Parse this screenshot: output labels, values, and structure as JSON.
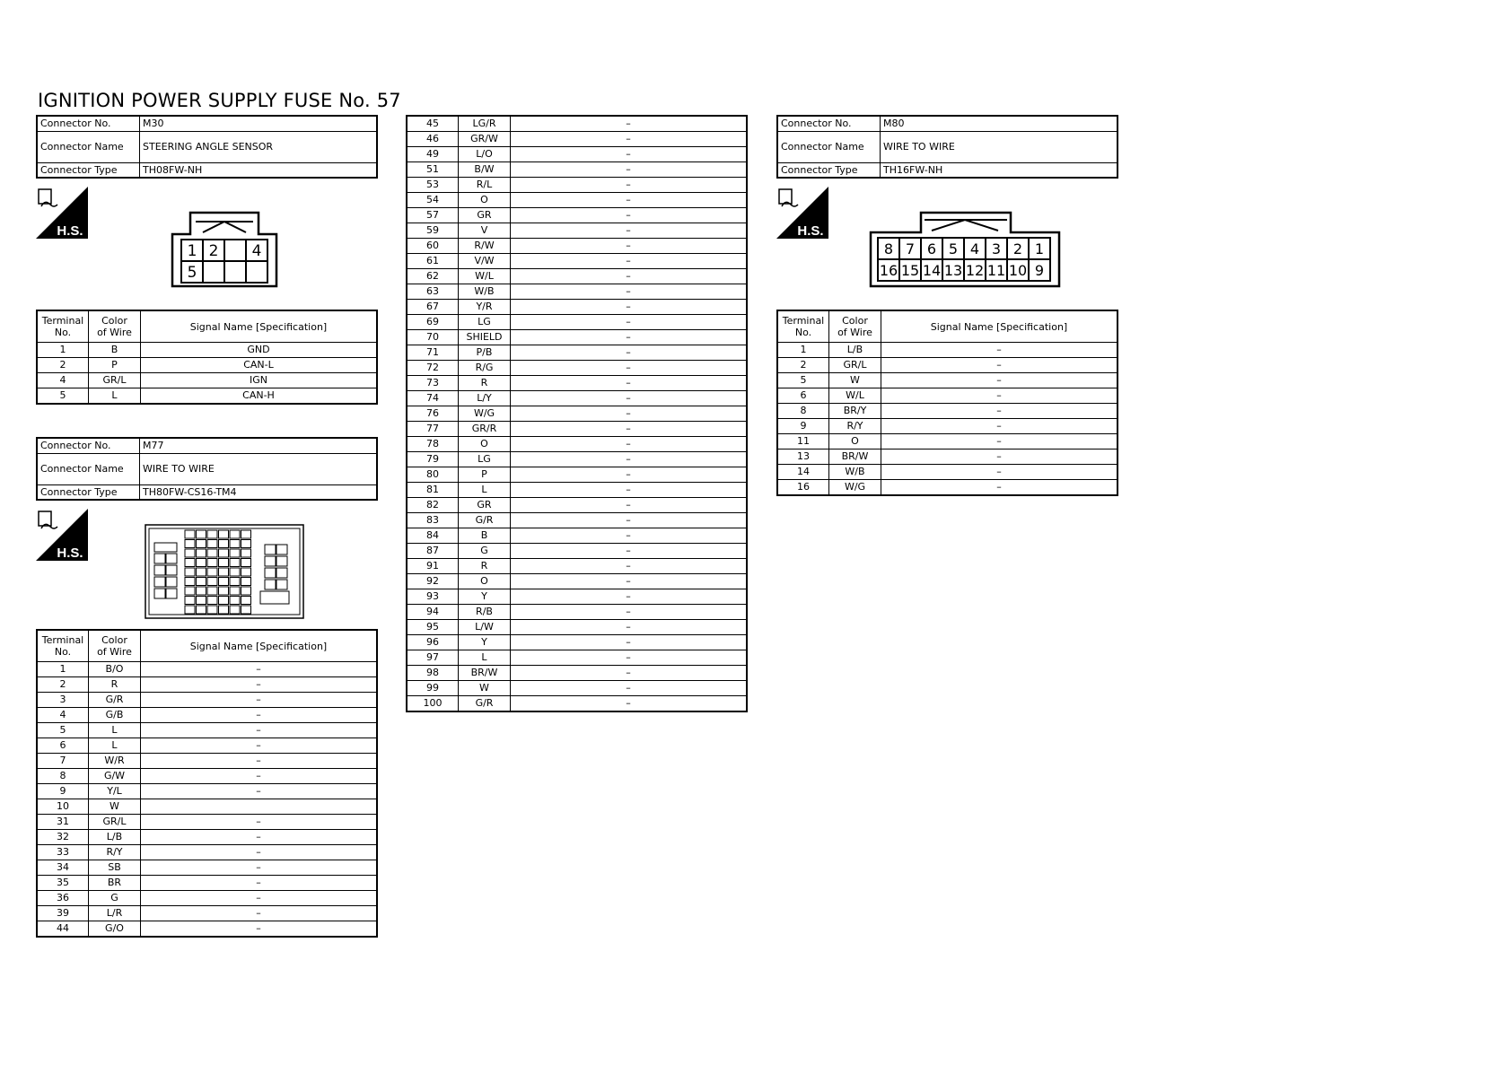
{
  "page": {
    "title": "IGNITION POWER SUPPLY FUSE No. 57"
  },
  "labels": {
    "connector_no": "Connector No.",
    "connector_name": "Connector Name",
    "connector_type": "Connector Type",
    "terminal_no_line1": "Terminal",
    "terminal_no_line2": "No.",
    "color_line1": "Color",
    "color_line2": "of Wire",
    "signal_name": "Signal Name [Specification]",
    "hs": "H.S."
  },
  "connectors": [
    {
      "no": "M30",
      "name": "STEERING ANGLE SENSOR",
      "type": "TH08FW-NH",
      "pins_top": [
        "1",
        "2",
        "",
        "4"
      ],
      "pins_bottom": [
        "5",
        "",
        "",
        ""
      ],
      "terminals": [
        {
          "no": "1",
          "color": "B",
          "signal": "GND"
        },
        {
          "no": "2",
          "color": "P",
          "signal": "CAN-L"
        },
        {
          "no": "4",
          "color": "GR/L",
          "signal": "IGN"
        },
        {
          "no": "5",
          "color": "L",
          "signal": "CAN-H"
        }
      ]
    },
    {
      "no": "M77",
      "name": "WIRE TO WIRE",
      "type": "TH80FW-CS16-TM4",
      "terminals": [
        {
          "no": "1",
          "color": "B/O",
          "signal": "–"
        },
        {
          "no": "2",
          "color": "R",
          "signal": "–"
        },
        {
          "no": "3",
          "color": "G/R",
          "signal": "–"
        },
        {
          "no": "4",
          "color": "G/B",
          "signal": "–"
        },
        {
          "no": "5",
          "color": "L",
          "signal": "–"
        },
        {
          "no": "6",
          "color": "L",
          "signal": "–"
        },
        {
          "no": "7",
          "color": "W/R",
          "signal": "–"
        },
        {
          "no": "8",
          "color": "G/W",
          "signal": "–"
        },
        {
          "no": "9",
          "color": "Y/L",
          "signal": "–"
        },
        {
          "no": "10",
          "color": "W",
          "signal": ""
        },
        {
          "no": "31",
          "color": "GR/L",
          "signal": "–"
        },
        {
          "no": "32",
          "color": "L/B",
          "signal": "–"
        },
        {
          "no": "33",
          "color": "R/Y",
          "signal": "–"
        },
        {
          "no": "34",
          "color": "SB",
          "signal": "–"
        },
        {
          "no": "35",
          "color": "BR",
          "signal": "–"
        },
        {
          "no": "36",
          "color": "G",
          "signal": "–"
        },
        {
          "no": "39",
          "color": "L/R",
          "signal": "–"
        },
        {
          "no": "44",
          "color": "G/O",
          "signal": "–"
        }
      ],
      "terminals_cont": [
        {
          "no": "45",
          "color": "LG/R",
          "signal": "–"
        },
        {
          "no": "46",
          "color": "GR/W",
          "signal": "–"
        },
        {
          "no": "49",
          "color": "L/O",
          "signal": "–"
        },
        {
          "no": "51",
          "color": "B/W",
          "signal": "–"
        },
        {
          "no": "53",
          "color": "R/L",
          "signal": "–"
        },
        {
          "no": "54",
          "color": "O",
          "signal": "–"
        },
        {
          "no": "57",
          "color": "GR",
          "signal": "–"
        },
        {
          "no": "59",
          "color": "V",
          "signal": "–"
        },
        {
          "no": "60",
          "color": "R/W",
          "signal": "–"
        },
        {
          "no": "61",
          "color": "V/W",
          "signal": "–"
        },
        {
          "no": "62",
          "color": "W/L",
          "signal": "–"
        },
        {
          "no": "63",
          "color": "W/B",
          "signal": "–"
        },
        {
          "no": "67",
          "color": "Y/R",
          "signal": "–"
        },
        {
          "no": "69",
          "color": "LG",
          "signal": "–"
        },
        {
          "no": "70",
          "color": "SHIELD",
          "signal": "–"
        },
        {
          "no": "71",
          "color": "P/B",
          "signal": "–"
        },
        {
          "no": "72",
          "color": "R/G",
          "signal": "–"
        },
        {
          "no": "73",
          "color": "R",
          "signal": "–"
        },
        {
          "no": "74",
          "color": "L/Y",
          "signal": "–"
        },
        {
          "no": "76",
          "color": "W/G",
          "signal": "–"
        },
        {
          "no": "77",
          "color": "GR/R",
          "signal": "–"
        },
        {
          "no": "78",
          "color": "O",
          "signal": "–"
        },
        {
          "no": "79",
          "color": "LG",
          "signal": "–"
        },
        {
          "no": "80",
          "color": "P",
          "signal": "–"
        },
        {
          "no": "81",
          "color": "L",
          "signal": "–"
        },
        {
          "no": "82",
          "color": "GR",
          "signal": "–"
        },
        {
          "no": "83",
          "color": "G/R",
          "signal": "–"
        },
        {
          "no": "84",
          "color": "B",
          "signal": "–"
        },
        {
          "no": "87",
          "color": "G",
          "signal": "–"
        },
        {
          "no": "91",
          "color": "R",
          "signal": "–"
        },
        {
          "no": "92",
          "color": "O",
          "signal": "–"
        },
        {
          "no": "93",
          "color": "Y",
          "signal": "–"
        },
        {
          "no": "94",
          "color": "R/B",
          "signal": "–"
        },
        {
          "no": "95",
          "color": "L/W",
          "signal": "–"
        },
        {
          "no": "96",
          "color": "Y",
          "signal": "–"
        },
        {
          "no": "97",
          "color": "L",
          "signal": "–"
        },
        {
          "no": "98",
          "color": "BR/W",
          "signal": "–"
        },
        {
          "no": "99",
          "color": "W",
          "signal": "–"
        },
        {
          "no": "100",
          "color": "G/R",
          "signal": "–"
        }
      ]
    },
    {
      "no": "M80",
      "name": "WIRE TO WIRE",
      "type": "TH16FW-NH",
      "pins_top": [
        "8",
        "7",
        "6",
        "5",
        "4",
        "3",
        "2",
        "1"
      ],
      "pins_bottom": [
        "16",
        "15",
        "14",
        "13",
        "12",
        "11",
        "10",
        "9"
      ],
      "terminals": [
        {
          "no": "1",
          "color": "L/B",
          "signal": "–"
        },
        {
          "no": "2",
          "color": "GR/L",
          "signal": "–"
        },
        {
          "no": "5",
          "color": "W",
          "signal": "–"
        },
        {
          "no": "6",
          "color": "W/L",
          "signal": "–"
        },
        {
          "no": "8",
          "color": "BR/Y",
          "signal": "–"
        },
        {
          "no": "9",
          "color": "R/Y",
          "signal": "–"
        },
        {
          "no": "11",
          "color": "O",
          "signal": "–"
        },
        {
          "no": "13",
          "color": "BR/W",
          "signal": "–"
        },
        {
          "no": "14",
          "color": "W/B",
          "signal": "–"
        },
        {
          "no": "16",
          "color": "W/G",
          "signal": "–"
        }
      ]
    }
  ]
}
